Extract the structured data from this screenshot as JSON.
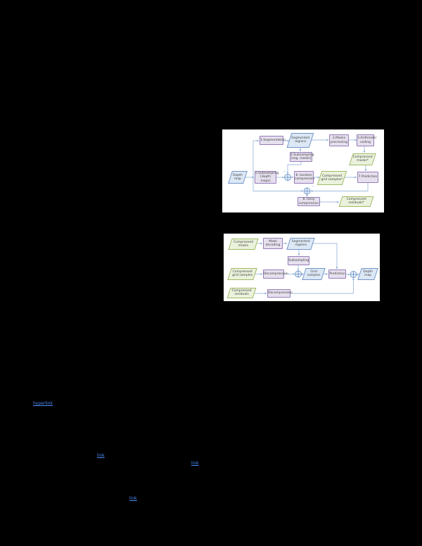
{
  "figure_compression": {
    "nodes": {
      "segmentation": "1.Segmentation",
      "segmented_regions": "Segmented\nregions",
      "masks_processing": "2.Masks\nprocessing",
      "arithmetic_coding": "3.Arithmetic\ncoding",
      "subsampling_masks": "4.Subsampling\n[seg. masks]",
      "compressed_masks": "Compressed\nmasks*",
      "depth_map": "Depth\nmap",
      "subsampling_depth": "5.Subsampling\n[depth maps]",
      "lossless_compression": "6. lossless\ncompression",
      "compressed_grid_samples": "Compressed\ngrid samples*",
      "prediction": "7.Prediction",
      "lossy_compression": "8. lossy\ncompression",
      "compressed_residuals": "Compressed\nresiduals*"
    },
    "signs": {
      "adder1": "−",
      "adder2": "−"
    }
  },
  "figure_decompression": {
    "nodes": {
      "compressed_masks": "Compressed\nmasks",
      "mask_decoding": "Mask\ndecoding",
      "segmented_regions": "Segmented\nregions",
      "subsampling": "Subsampling",
      "compressed_grid_samples": "Compressed\ngrid samples",
      "decompression_grid": "Decompression",
      "grid_samples": "Grid\nsamples",
      "prediction": "Prediction",
      "depth_map": "Depth\nmap",
      "compressed_residuals": "Compressed\nresiduals",
      "decompression_residuals": "Decompression"
    }
  },
  "links": [
    {
      "text": "hyperlink"
    },
    {
      "text": "link"
    },
    {
      "text": "link"
    },
    {
      "text": "link"
    }
  ]
}
